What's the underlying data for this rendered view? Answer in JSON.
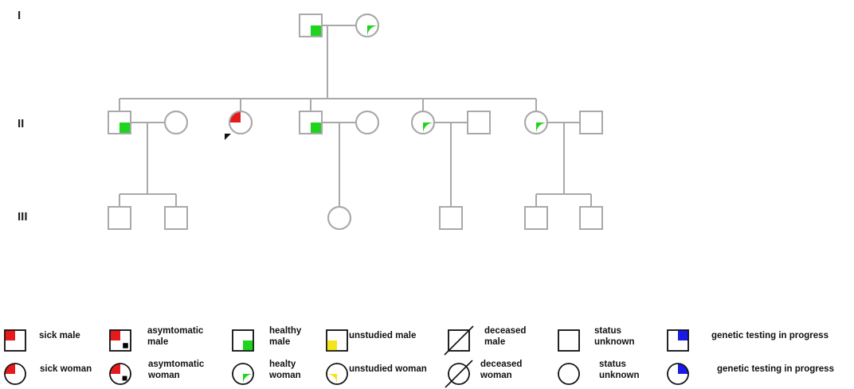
{
  "generations": [
    "I",
    "II",
    "III"
  ],
  "colors": {
    "line": "#a9a9a9",
    "sick": "#e41a1c",
    "healthy": "#1fd41f",
    "unstudied": "#f4e41a",
    "testing": "#1a1ae6",
    "asymptomatic_dot": "#000000"
  },
  "pedigree": {
    "gen1": [
      {
        "sex": "male",
        "status": "healthy"
      },
      {
        "sex": "female",
        "status": "healthy"
      }
    ],
    "gen2": [
      {
        "sex": "male",
        "status": "healthy"
      },
      {
        "sex": "female",
        "status": "unknown"
      },
      {
        "sex": "female",
        "status": "sick",
        "proband": true
      },
      {
        "sex": "male",
        "status": "healthy"
      },
      {
        "sex": "female",
        "status": "unknown"
      },
      {
        "sex": "female",
        "status": "healthy"
      },
      {
        "sex": "male",
        "status": "unknown"
      },
      {
        "sex": "female",
        "status": "healthy"
      },
      {
        "sex": "male",
        "status": "unknown"
      }
    ],
    "gen3": [
      {
        "sex": "male",
        "status": "unknown"
      },
      {
        "sex": "male",
        "status": "unknown"
      },
      {
        "sex": "female",
        "status": "unknown"
      },
      {
        "sex": "male",
        "status": "unknown"
      },
      {
        "sex": "male",
        "status": "unknown"
      },
      {
        "sex": "male",
        "status": "unknown"
      }
    ]
  },
  "legend": {
    "male_row": [
      {
        "symbol": "sick",
        "label_lines": [
          "sick male"
        ]
      },
      {
        "symbol": "asymptomatic",
        "label_lines": [
          "asymtomatic",
          "male"
        ]
      },
      {
        "symbol": "healthy",
        "label_lines": [
          "healthy",
          "male"
        ]
      },
      {
        "symbol": "unstudied",
        "label_lines": [
          "unstudied male"
        ]
      },
      {
        "symbol": "deceased",
        "label_lines": [
          "deceased",
          "male"
        ]
      },
      {
        "symbol": "unknown",
        "label_lines": [
          "status",
          "unknown"
        ]
      },
      {
        "symbol": "testing",
        "label_lines": [
          "genetic testing in progress"
        ]
      }
    ],
    "female_row": [
      {
        "symbol": "sick",
        "label_lines": [
          "sick woman"
        ]
      },
      {
        "symbol": "asymptomatic",
        "label_lines": [
          "asymtomatic",
          "woman"
        ]
      },
      {
        "symbol": "healthy",
        "label_lines": [
          "healty",
          "woman"
        ]
      },
      {
        "symbol": "unstudied",
        "label_lines": [
          "unstudied woman"
        ]
      },
      {
        "symbol": "deceased",
        "label_lines": [
          "deceased",
          "woman"
        ]
      },
      {
        "symbol": "unknown",
        "label_lines": [
          "status",
          "unknown"
        ]
      },
      {
        "symbol": "testing",
        "label_lines": [
          "genetic testing in progress"
        ]
      }
    ]
  }
}
